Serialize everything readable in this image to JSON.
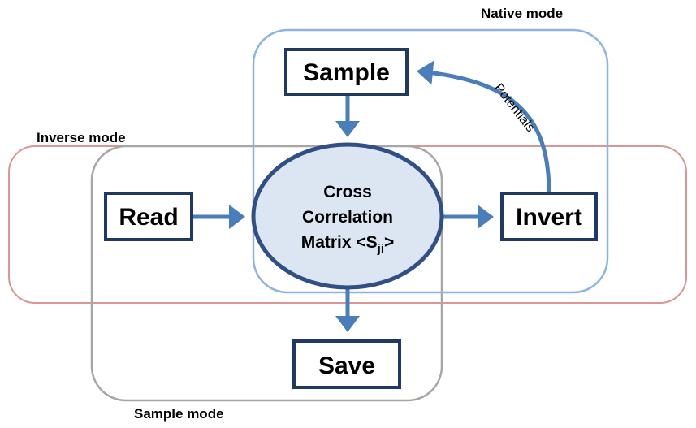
{
  "modes": {
    "native": "Native mode",
    "inverse": "Inverse mode",
    "sample": "Sample mode"
  },
  "nodes": {
    "sample": "Sample",
    "read": "Read",
    "invert": "Invert",
    "save": "Save"
  },
  "center": {
    "line1": "Cross",
    "line2": "Correlation",
    "line3_prefix": "Matrix <S",
    "line3_sub": "ji",
    "line3_suffix": ">"
  },
  "edges": {
    "invert_to_sample": "Potentials"
  },
  "colors": {
    "native_border": "#8db3e2",
    "inverse_border": "#d99694",
    "sample_border": "#a6a6a6",
    "node_border": "#1f3864",
    "ellipse_fill": "#dce6f2",
    "ellipse_border": "#2f4f86",
    "arrow": "#4a7ebb"
  }
}
